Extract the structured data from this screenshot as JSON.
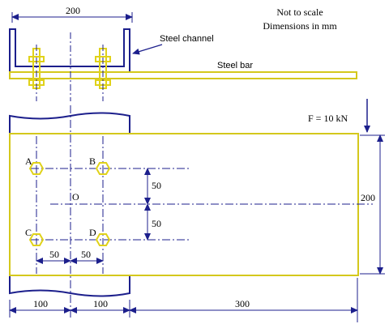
{
  "colors": {
    "outline": "#1c1f8c",
    "bar": "#d4c81c",
    "bolt": "#e0d21a",
    "centerline": "#1c1f8c",
    "dimension": "#1c1f8c",
    "text": "#000000"
  },
  "notes": {
    "line1": "Not to scale",
    "line2": "Dimensions in mm"
  },
  "labels": {
    "steel_channel": "Steel channel",
    "steel_bar": "Steel bar",
    "force": "F = 10 kN",
    "centroid": "O",
    "bolt_a": "A",
    "bolt_b": "B",
    "bolt_c": "C",
    "bolt_d": "D"
  },
  "dimensions": {
    "channel_width": "200",
    "bolt_pitch_upper": "50",
    "bolt_pitch_lower": "50",
    "gauge_left": "50",
    "gauge_right": "50",
    "bar_depth": "200",
    "flange_left": "100",
    "flange_right": "100",
    "load_offset": "300"
  },
  "icons": {
    "bolt": "hex-bolt-icon",
    "arrow": "arrowhead-icon"
  }
}
